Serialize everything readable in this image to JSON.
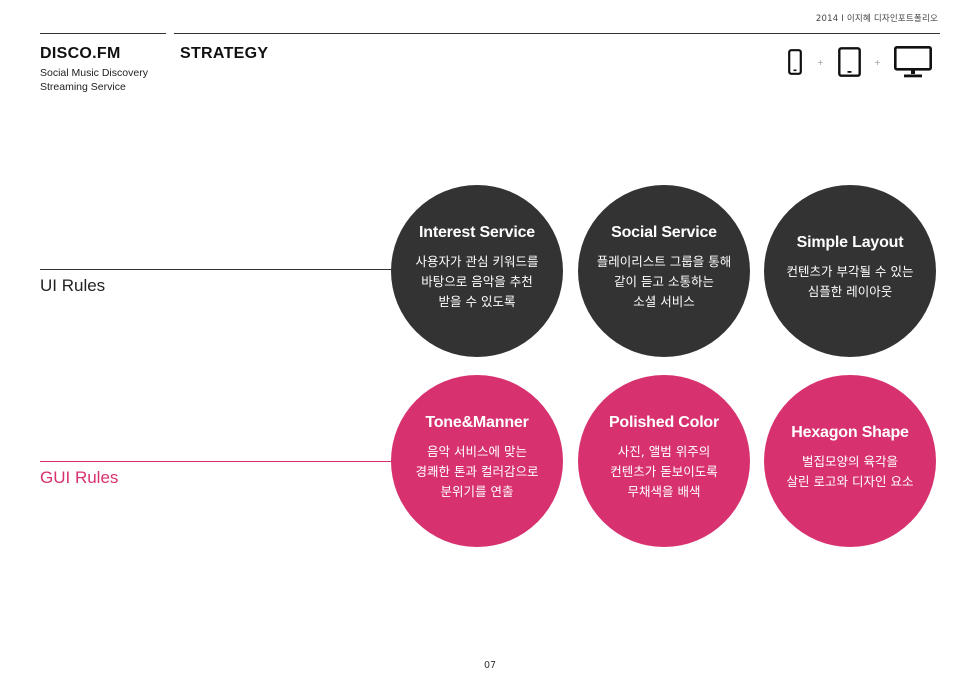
{
  "header": {
    "meta": "2014  I  이지혜 디자인포트폴리오",
    "brand": "DISCO.FM",
    "subtitle_line1": "Social Music Discovery",
    "subtitle_line2": "Streaming Service",
    "section": "STRATEGY",
    "device_icons": [
      "phone-icon",
      "tablet-icon",
      "monitor-icon"
    ],
    "plus": "+"
  },
  "colors": {
    "dark": "#333333",
    "accent": "#d8316f"
  },
  "rows": [
    {
      "label": "UI Rules",
      "circles": [
        {
          "title": "Interest Service",
          "desc": "사용자가 관심 키워드를\n바탕으로 음악을 추천\n받을 수 있도록"
        },
        {
          "title": "Social Service",
          "desc": "플레이리스트 그룹을 통해\n같이 듣고 소통하는\n소셜 서비스"
        },
        {
          "title": "Simple Layout",
          "desc": "컨텐츠가 부각될 수 있는\n심플한 레이아웃"
        }
      ]
    },
    {
      "label": "GUI Rules",
      "circles": [
        {
          "title": "Tone&Manner",
          "desc": "음악 서비스에 맞는\n경쾌한 톤과 컬러감으로\n분위기를 연출"
        },
        {
          "title": "Polished Color",
          "desc": "사진, 앨범 위주의\n컨텐츠가 돋보이도록\n무채색을 배색"
        },
        {
          "title": "Hexagon Shape",
          "desc": "벌집모양의 육각을\n살린 로고와 디자인 요소"
        }
      ]
    }
  ],
  "page_number": "07"
}
